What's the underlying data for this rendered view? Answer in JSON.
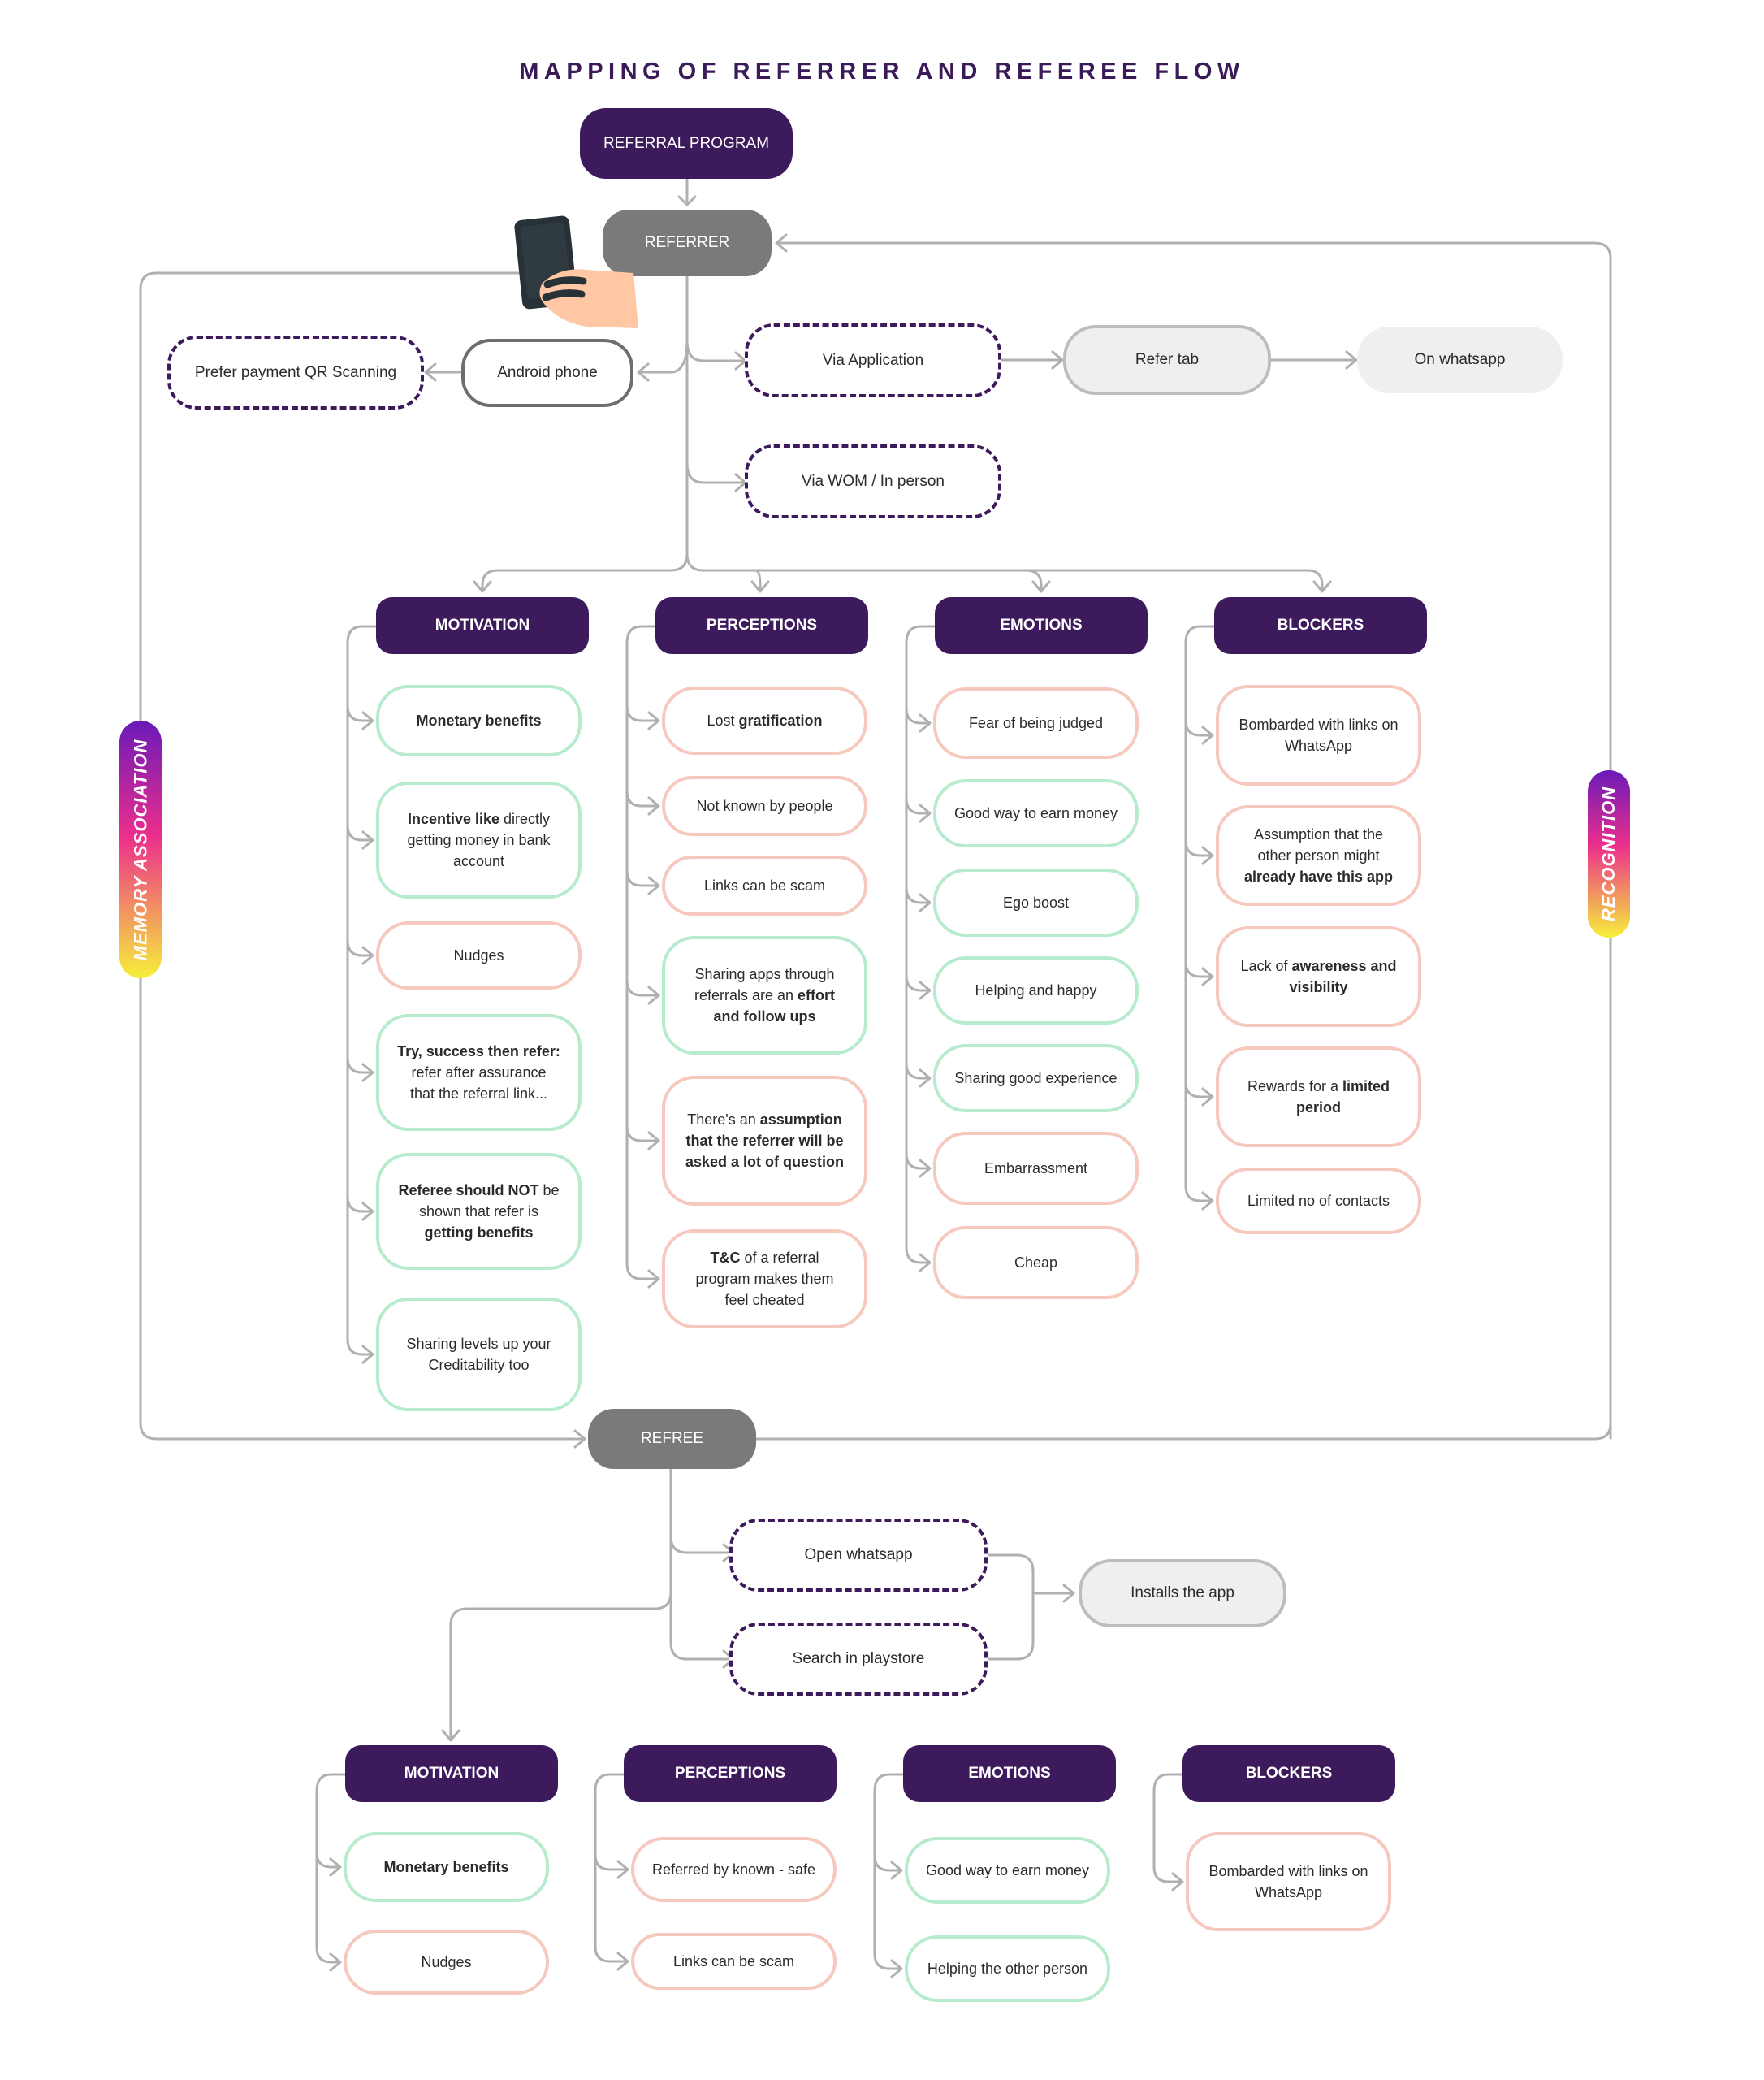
{
  "title": "MAPPING OF REFERRER AND REFEREE FLOW",
  "program": "REFERRAL PROGRAM",
  "referrer": "REFERRER",
  "refree": "REFREE",
  "side_labels": {
    "left": "MEMORY ASSOCIATION",
    "right": "RECOGNITION"
  },
  "referrer_paths": {
    "qr": "Prefer payment QR Scanning",
    "android": "Android phone",
    "via_app": "Via Application",
    "refer_tab": "Refer tab",
    "whatsapp": "On whatsapp",
    "via_wom": "Via WOM / In person"
  },
  "refree_paths": {
    "open_whatsapp": "Open whatsapp",
    "search_playstore": "Search in playstore",
    "installs": "Installs the app"
  },
  "columns": {
    "motivation": "MOTIVATION",
    "perceptions": "PERCEPTIONS",
    "emotions": "EMOTIONS",
    "blockers": "BLOCKERS"
  },
  "referrer_motivation": [
    [
      "Monetary benefits"
    ],
    [
      "Incentive like directly",
      "getting money in bank",
      "account"
    ],
    [
      "Nudges"
    ],
    [
      "Try, success then refer:",
      "refer after assurance",
      "that the referral link..."
    ],
    [
      "Referee should NOT be",
      "shown that refer is",
      "getting benefits"
    ],
    [
      "Sharing levels up your",
      "Creditability too"
    ]
  ],
  "referrer_perceptions": [
    [
      "Lost gratification"
    ],
    [
      "Not known by people"
    ],
    [
      "Links can be scam"
    ],
    [
      "Sharing apps through",
      "referrals are an effort",
      "and follow ups"
    ],
    [
      "There's an assumption",
      "that the referrer will be",
      "asked a lot of question"
    ],
    [
      "T&C of a referral",
      "program makes them",
      "feel cheated"
    ]
  ],
  "referrer_emotions": [
    [
      "Fear of being judged"
    ],
    [
      "Good way to earn money"
    ],
    [
      "Ego boost"
    ],
    [
      "Helping and happy"
    ],
    [
      "Sharing good experience"
    ],
    [
      "Embarrassment"
    ],
    [
      "Cheap"
    ]
  ],
  "referrer_blockers": [
    [
      "Bombarded with links on",
      "WhatsApp"
    ],
    [
      "Assumption that the",
      "other person might",
      "already have this app"
    ],
    [
      "Lack of awareness and",
      "visibility"
    ],
    [
      "Rewards for a limited",
      "period"
    ],
    [
      "Limited no of contacts"
    ]
  ],
  "refree_motivation": [
    [
      "Monetary benefits"
    ],
    [
      "Nudges"
    ]
  ],
  "refree_perceptions": [
    [
      "Referred by known - safe"
    ],
    [
      "Links can be scam"
    ]
  ],
  "refree_emotions": [
    [
      "Good way to earn money"
    ],
    [
      "Helping the other person"
    ]
  ],
  "refree_blockers": [
    [
      "Bombarded with links on",
      "WhatsApp"
    ]
  ],
  "colors": {
    "brand_purple": "#3d1a5b",
    "node_gray": "#7a7a7a",
    "positive_border": "#b7ebcd",
    "negative_border": "#f6c8be",
    "connector": "#b0b0b0"
  }
}
